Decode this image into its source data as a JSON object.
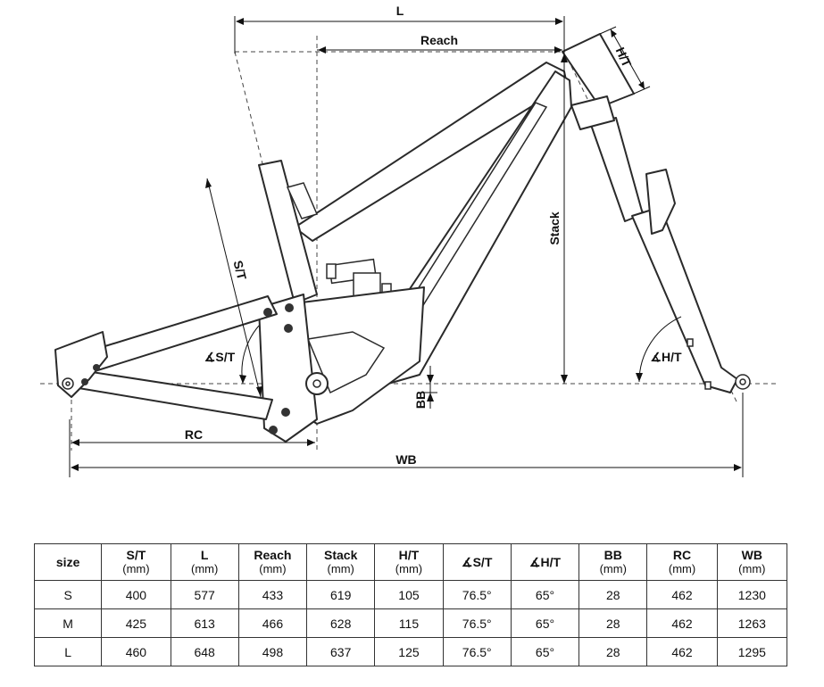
{
  "diagram": {
    "labels": {
      "l": "L",
      "reach": "Reach",
      "ht": "H/T",
      "stack": "Stack",
      "st": "S/T",
      "st_angle": "∡S/T",
      "ht_angle": "∡H/T",
      "bb": "BB",
      "rc": "RC",
      "wb": "WB"
    }
  },
  "table": {
    "headers": [
      {
        "label": "size",
        "unit": ""
      },
      {
        "label": "S/T",
        "unit": "(mm)"
      },
      {
        "label": "L",
        "unit": "(mm)"
      },
      {
        "label": "Reach",
        "unit": "(mm)"
      },
      {
        "label": "Stack",
        "unit": "(mm)"
      },
      {
        "label": "H/T",
        "unit": "(mm)"
      },
      {
        "label": "∡S/T",
        "unit": ""
      },
      {
        "label": "∡H/T",
        "unit": ""
      },
      {
        "label": "BB",
        "unit": "(mm)"
      },
      {
        "label": "RC",
        "unit": "(mm)"
      },
      {
        "label": "WB",
        "unit": "(mm)"
      }
    ],
    "rows": [
      [
        "S",
        "400",
        "577",
        "433",
        "619",
        "105",
        "76.5°",
        "65°",
        "28",
        "462",
        "1230"
      ],
      [
        "M",
        "425",
        "613",
        "466",
        "628",
        "115",
        "76.5°",
        "65°",
        "28",
        "462",
        "1263"
      ],
      [
        "L",
        "460",
        "648",
        "498",
        "637",
        "125",
        "76.5°",
        "65°",
        "28",
        "462",
        "1295"
      ]
    ]
  }
}
